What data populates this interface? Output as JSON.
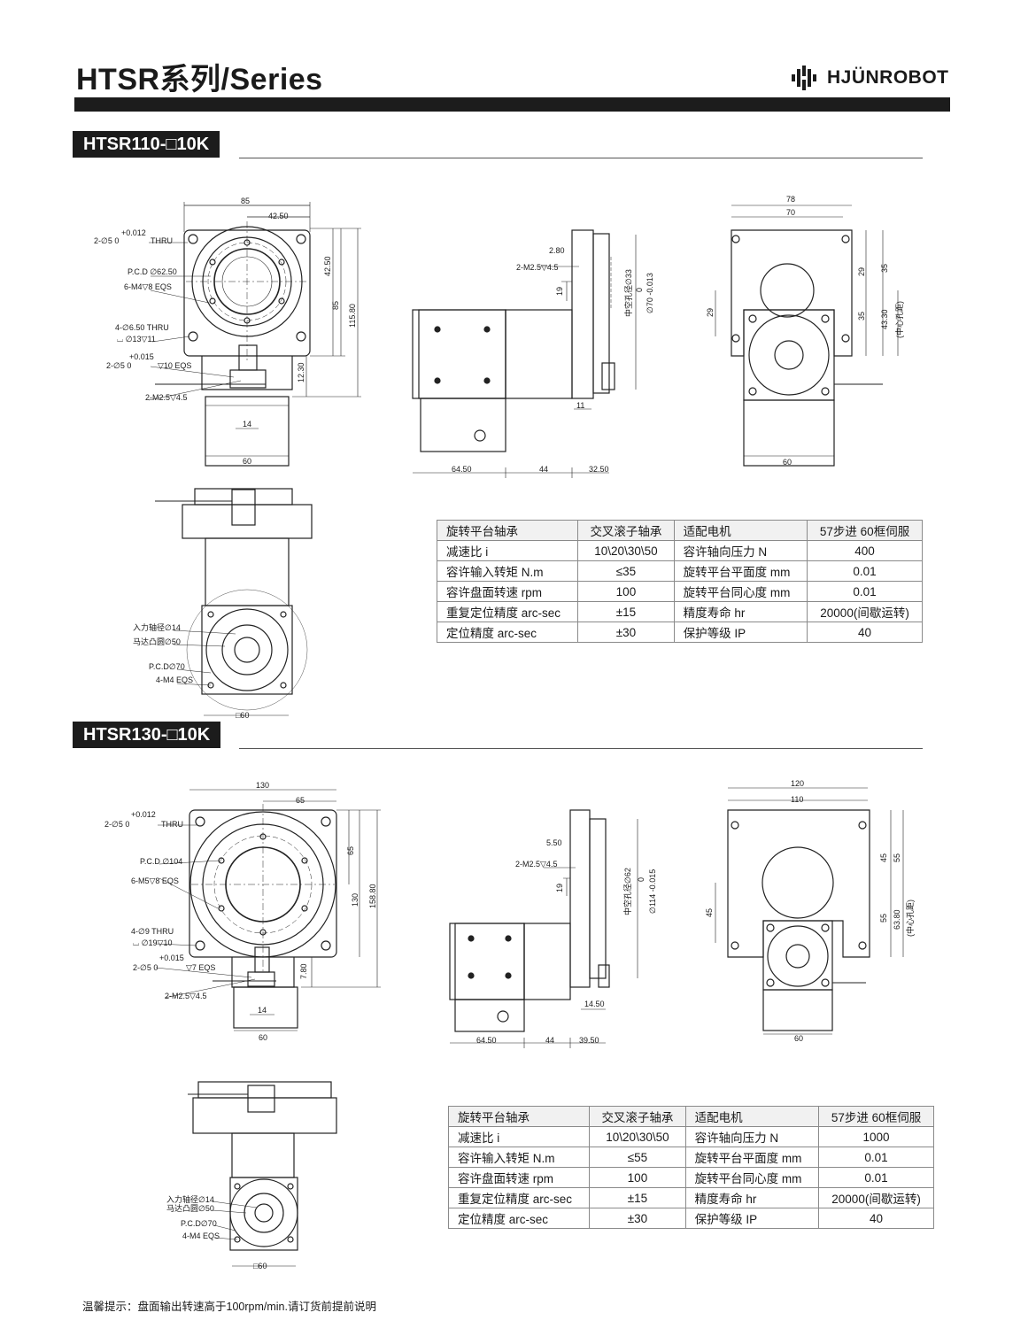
{
  "header": {
    "title": "HTSR系列/Series",
    "brand": "HJÜNROBOT"
  },
  "sections": [
    {
      "model": "HTSR110-□10K",
      "front": {
        "w85": "85",
        "w4250": "42.50",
        "thru_tol": "+0.012",
        "thru_pin": "2-∅5   0",
        "thru": "THRU",
        "pcd": "P.C.D ∅62.50",
        "m4eqs": "6-M4▽8 EQS",
        "hole": "4-∅6.50 THRU",
        "cbore": "⌴ ∅13▽11",
        "pin_tol": "+0.015",
        "pin": "2-∅5   0",
        "pin_depth": "▽10 EQS",
        "m25": "2-M2.5▽4.5",
        "v4250": "42.50",
        "v85": "85",
        "v11580": "115.80",
        "v1230": "12.30",
        "w14": "14",
        "w60": "60"
      },
      "side": {
        "d280": "2.80",
        "m25": "2-M2.5▽4.5",
        "d19": "19",
        "hollow": "中空孔径∅33",
        "fit0": "0",
        "fit": "∅70 -0.013",
        "d11": "11",
        "b1": "64.50",
        "b2": "44",
        "b3": "32.50"
      },
      "rear": {
        "w78": "78",
        "w70": "70",
        "l29": "29",
        "r29": "29",
        "r35a": "35",
        "r35b": "35",
        "r4330": "43.30",
        "center": "(中心孔距)",
        "w60": "60"
      },
      "bottom": {
        "in_shaft": "入力轴径∅14",
        "boss": "马达凸圆∅50",
        "pcd": "P.C.D∅70",
        "m4": "4-M4 EQS",
        "sq": "□60"
      },
      "specs": [
        [
          "旋转平台轴承",
          "交叉滚子轴承",
          "适配电机",
          "57步进 60框伺服"
        ],
        [
          "减速比 i",
          "10\\20\\30\\50",
          "容许轴向压力 N",
          "400"
        ],
        [
          "容许输入转矩 N.m",
          "≤35",
          "旋转平台平面度 mm",
          "0.01"
        ],
        [
          "容许盘面转速 rpm",
          "100",
          "旋转平台同心度 mm",
          "0.01"
        ],
        [
          "重复定位精度 arc-sec",
          "±15",
          "精度寿命 hr",
          "20000(间歇运转)"
        ],
        [
          "定位精度 arc-sec",
          "±30",
          "保护等级 IP",
          "40"
        ]
      ]
    },
    {
      "model": "HTSR130-□10K",
      "front": {
        "w130": "130",
        "w65": "65",
        "thru_tol": "+0.012",
        "thru_pin": "2-∅5   0",
        "thru": "THRU",
        "pcd": "P.C.D ∅104",
        "m5eqs": "6-M5▽8 EQS",
        "hole": "4-∅9 THRU",
        "cbore": "⌴ ∅19▽10",
        "pin_tol": "+0.015",
        "pin": "2-∅5   0",
        "pin_depth": "▽7 EQS",
        "m25": "2-M2.5▽4.5",
        "v65": "65",
        "v130": "130",
        "v15880": "158.80",
        "v780": "7.80",
        "w14": "14",
        "w60": "60"
      },
      "side": {
        "d550": "5.50",
        "m25": "2-M2.5▽4.5",
        "d19": "19",
        "hollow": "中空孔径∅62",
        "fit0": "0",
        "fit": "∅114 -0.015",
        "d1450": "14.50",
        "b1": "64.50",
        "b2": "44",
        "b3": "39.50"
      },
      "rear": {
        "w120": "120",
        "w110": "110",
        "l45": "45",
        "r45": "45",
        "r55a": "55",
        "r55b": "55",
        "r6380": "63.80",
        "center": "(中心孔距)",
        "w60": "60"
      },
      "bottom": {
        "in_shaft": "入力轴径∅14",
        "boss": "马达凸圆∅50",
        "pcd": "P.C.D∅70",
        "m4": "4-M4 EQS",
        "sq": "□60"
      },
      "specs": [
        [
          "旋转平台轴承",
          "交叉滚子轴承",
          "适配电机",
          "57步进 60框伺服"
        ],
        [
          "减速比 i",
          "10\\20\\30\\50",
          "容许轴向压力 N",
          "1000"
        ],
        [
          "容许输入转矩 N.m",
          "≤55",
          "旋转平台平面度 mm",
          "0.01"
        ],
        [
          "容许盘面转速 rpm",
          "100",
          "旋转平台同心度 mm",
          "0.01"
        ],
        [
          "重复定位精度 arc-sec",
          "±15",
          "精度寿命 hr",
          "20000(间歇运转)"
        ],
        [
          "定位精度 arc-sec",
          "±30",
          "保护等级 IP",
          "40"
        ]
      ]
    }
  ],
  "footer": "温馨提示：盘面输出转速高于100rpm/min.请订货前提前说明"
}
